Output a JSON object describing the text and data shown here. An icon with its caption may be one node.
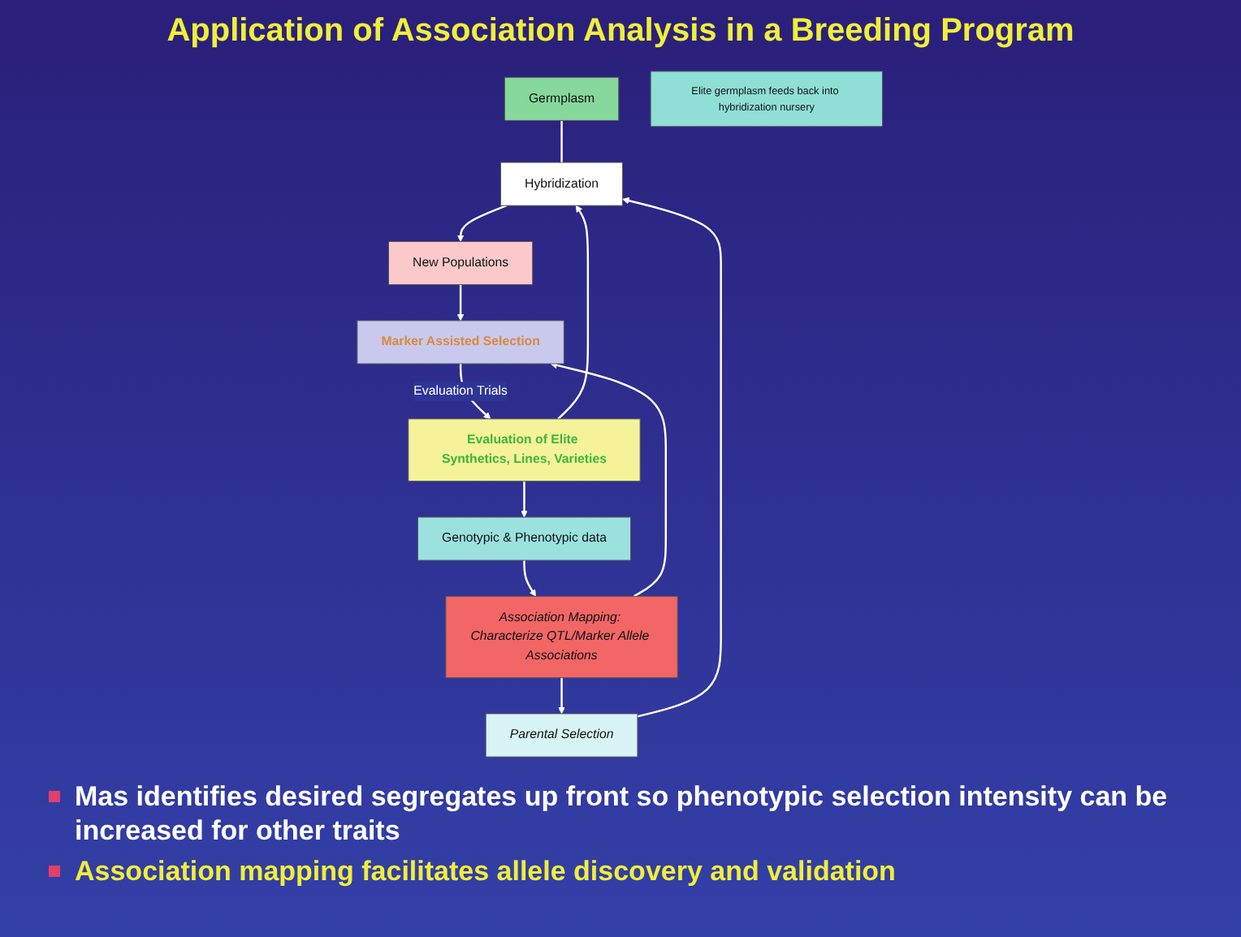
{
  "diagram": {
    "title": "Application of Association Analysis in a Breeding Program",
    "nodes": [
      {
        "text": [
          "Germplasm"
        ]
      },
      {
        "text": [
          "Parental Selection"
        ]
      },
      {
        "text": [
          "Hybridization"
        ]
      },
      {
        "text": [
          "New Populations"
        ]
      },
      {
        "text": [
          "Association Mapping: Characterize QTL/Marker Allele Associations"
        ]
      },
      {
        "text": [
          "Marker Assisted Selection"
        ]
      },
      {
        "text": [
          "Elite germplasm feeds back into hybridization nursery"
        ]
      },
      {
        "text": [
          "Genotypic & Phenotypic data"
        ]
      },
      {
        "text": [
          "Evaluation of Elite Synthetics, Lines, Varieties"
        ]
      }
    ],
    "edges": [
      {
        "from": 0,
        "to": 2,
        "arrow": "none"
      },
      {
        "from": 1,
        "to": 2,
        "arrow": "to"
      },
      {
        "from": 2,
        "to": 3,
        "arrow": "to"
      },
      {
        "from": 3,
        "to": 5,
        "arrow": "to"
      },
      {
        "from": 4,
        "to": 5,
        "arrow": "to"
      },
      {
        "from": 5,
        "to": 8,
        "arrow": "to",
        "label": "Evaluation Trials"
      },
      {
        "from": 8,
        "to": 7,
        "arrow": "to"
      },
      {
        "from": 7,
        "to": 4,
        "arrow": "to"
      },
      {
        "from": 4,
        "to": 1,
        "arrow": "to"
      },
      {
        "from": 8,
        "to": 2,
        "arrow": "to"
      }
    ],
    "labels": [
      "Mas identifies desired segregates up front so phenotypic selection intensity can be increased for other traits",
      "Association mapping facilitates allele discovery and validation"
    ]
  }
}
